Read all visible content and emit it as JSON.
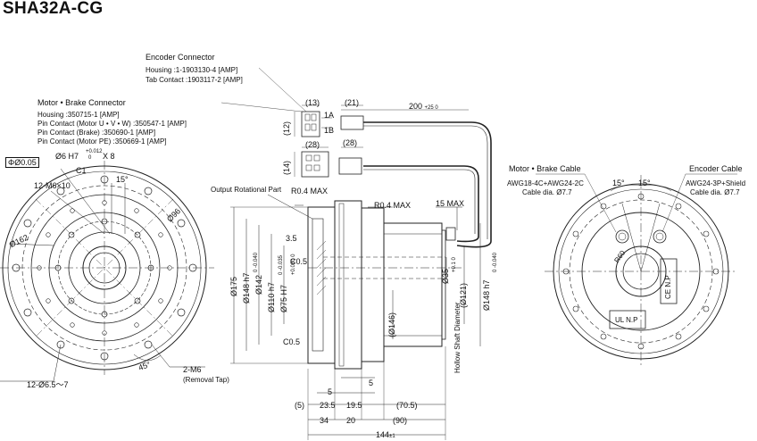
{
  "title": "SHA32A-CG",
  "encoder_connector": {
    "heading": "Encoder Connector",
    "housing": "Housing        :1-1903130-4 [AMP]",
    "tab_contact": "Tab Contact   :1903117-2     [AMP]"
  },
  "motor_brake_connector": {
    "heading": "Motor • Brake Connector",
    "lines": [
      "Housing                         :350715-1 [AMP]",
      "Pin Contact (Motor U • V • W)   :350547-1 [AMP]",
      "Pin Contact (Brake)             :350690-1 [AMP]",
      "Pin Contact (Motor PE)          :350669-1 [AMP]"
    ]
  },
  "front_view": {
    "geometric_tolerance_symbol": "Φ",
    "position_tolerance": "Ø0.05",
    "datum": "C1",
    "bolt_holes": "Ø6 H7",
    "bolt_holes_tol_upper": "+0.012",
    "bolt_holes_tol_lower": "0",
    "bolt_holes_count": "X 8",
    "angle_top": "15°",
    "tap_holes": "12-M6×10",
    "pcd_96": "Ø96",
    "pcd_162": "Ø162",
    "angle_bottom": "45°",
    "removal_tap": "2-M6",
    "removal_tap_note": "(Removal Tap)",
    "through_holes": "12-Ø6.5～7"
  },
  "side_view": {
    "output_label": "Output Rotational Part",
    "r_left": "R0.4 MAX",
    "r_right": "R0.4 MAX",
    "max_15": "15 MAX",
    "d175": "Ø175",
    "d148": "Ø148 h7",
    "d148_tol": "0 -0.040",
    "d142": "Ø142",
    "d110": "Ø110 h7",
    "d110_tol": "0 -0.035",
    "d75": "Ø75 H7",
    "d75_tol": "+0.030 0",
    "d146": "(Ø146)",
    "d35": "Ø35",
    "d35_tol": "+0.1 0",
    "d121": "(Ø121)",
    "d148b": "Ø148 h7",
    "d148b_tol": "0 -0.040",
    "hollow_label": "Hollow Shaft Diameter",
    "c05_top": "C0.5",
    "c05_bottom": "C0.5",
    "dim_3_5": "3.5",
    "dim_5": "(5)",
    "dim_23_5": "23.5",
    "dim_5b": "5",
    "dim_19_5": "19.5",
    "dim_5c": "5",
    "dim_70_5": "(70.5)",
    "dim_34": "34",
    "dim_20": "20",
    "dim_90": "(90)",
    "dim_144": "144",
    "dim_144_tol": "±1"
  },
  "connector_detail": {
    "dim_13": "(13)",
    "dim_12": "(12)",
    "dim_28_top": "(28)",
    "dim_14": "(14)",
    "dim_21": "(21)",
    "dim_28_right": "(28)",
    "label_1a": "1A",
    "label_1b": "1B",
    "cable_len": "200",
    "cable_len_tol": "+25 0"
  },
  "rear_view": {
    "motor_cable_heading": "Motor • Brake Cable",
    "motor_cable_spec": "AWG18-4C+AWG24-2C",
    "motor_cable_dia": "Cable dia. Ø7.7",
    "encoder_cable_heading": "Encoder Cable",
    "encoder_cable_spec": "AWG24-3P+Shield",
    "encoder_cable_dia": "Cable dia. Ø7.7",
    "angle_left": "15°",
    "angle_right": "15°",
    "radius": "R60",
    "ce_mark": "CE N.P",
    "ul_mark": "UL N.P"
  }
}
